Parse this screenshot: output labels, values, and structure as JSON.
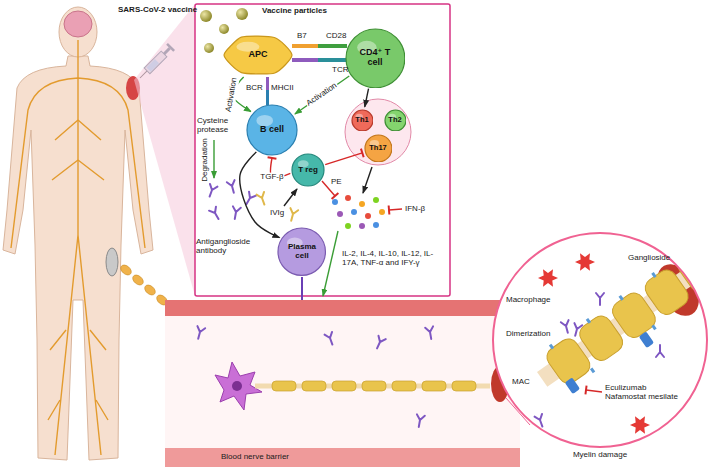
{
  "diagram": {
    "nodes": [
      {
        "text": [
          "APC"
        ]
      },
      {
        "text": [
          "CD4⁺ T cell"
        ]
      },
      {
        "text": [
          "B cell"
        ]
      },
      {
        "text": [
          "Th1"
        ]
      },
      {
        "text": [
          "Th2"
        ]
      },
      {
        "text": [
          "Th17"
        ]
      },
      {
        "text": [
          "T reg"
        ]
      },
      {
        "text": [
          "Plasma cell"
        ]
      }
    ],
    "edges": [
      {
        "from": 0,
        "to": 2,
        "label": "Activation",
        "arrow": "to"
      },
      {
        "from": 1,
        "to": 2,
        "label": "Activation",
        "arrow": "to"
      },
      {
        "from": 1,
        "to": 3,
        "arrow": "to"
      },
      {
        "from": 2,
        "to": 7,
        "arrow": "to"
      },
      {
        "from": 6,
        "to": 5,
        "arrow": "to"
      },
      {
        "from": 6,
        "to": 2,
        "label": "TGF-β",
        "arrow": "to"
      }
    ],
    "labels": [
      "SARS-CoV-2 vaccine",
      "Vaccine particles",
      "B7",
      "CD28",
      "TCR",
      "MHCII",
      "BCR",
      "Cysteine protease",
      "Degradation",
      "Antiganglioside antibody",
      "PE",
      "IFN-β",
      "IVIg",
      "IL-2, IL-4, IL-10, IL-12, IL-17A, TNF-α and IFY-γ",
      "Blood nerve barrier",
      "Ganglioside",
      "Macrophage",
      "Dimerization",
      "MAC",
      "Eculizumab Nafamostat mesilate",
      "Myelin damage"
    ]
  }
}
